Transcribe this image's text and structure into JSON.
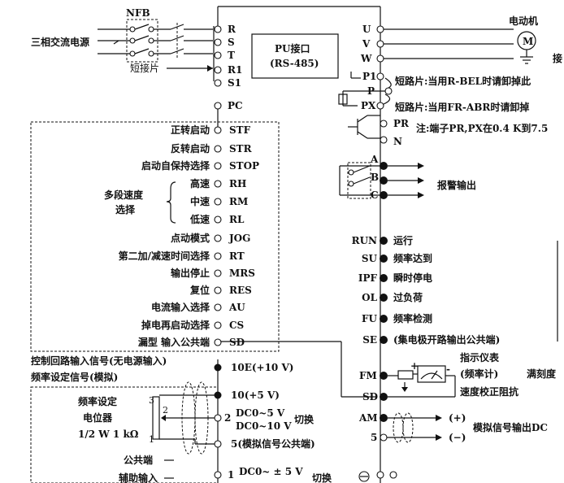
{
  "top": {
    "nfb": "NFB",
    "supply": "三相交流电源",
    "jumper": "短接片",
    "pu_line1": "PU接口",
    "pu_line2": "(RS-485)",
    "motor": "电动机",
    "motor_symbol": "M",
    "ground": "接"
  },
  "left_terminals": [
    {
      "code": "R"
    },
    {
      "code": "S"
    },
    {
      "code": "T"
    },
    {
      "code": "R1"
    },
    {
      "code": "S1"
    },
    {
      "code": "PC"
    }
  ],
  "inputs": [
    {
      "label": "正转启动",
      "code": "STF"
    },
    {
      "label": "反转启动",
      "code": "STR"
    },
    {
      "label": "启动自保持选择",
      "code": "STOP"
    },
    {
      "label": "高速",
      "code": "RH"
    },
    {
      "label": "中速",
      "code": "RM"
    },
    {
      "label": "低速",
      "code": "RL"
    },
    {
      "label": "点动模式",
      "code": "JOG"
    },
    {
      "label": "第二加/减速时间选择",
      "code": "RT"
    },
    {
      "label": "输出停止",
      "code": "MRS"
    },
    {
      "label": "复位",
      "code": "RES"
    },
    {
      "label": "电流输入选择",
      "code": "AU"
    },
    {
      "label": "掉电再启动选择",
      "code": "CS"
    },
    {
      "label": "漏型 输入公共端",
      "code": "SD"
    }
  ],
  "multi_speed": {
    "line1": "多段速度",
    "line2": "选择"
  },
  "control_input_note": "控制回路输入信号(无电源输入)",
  "freq_setting_note": "频率设定信号(模拟)",
  "analog": {
    "pot_line1": "频率设定",
    "pot_line2": "电位器",
    "pot_line3": "1/2 W 1 kΩ",
    "pin3": "3",
    "pin2": "2",
    "pin1": "1",
    "t10e": "10E(+10 V)",
    "t10": "10(+5 V)",
    "t2_line1": "DC0~5 V",
    "t2_line2": "DC0~10 V",
    "t2_num": "2",
    "switch1": "切换",
    "t5": "5(模拟信号公共端)",
    "common": "公共端",
    "aux": "辅助输入",
    "t1_num": "1",
    "t1_line1": "DC0~ ± 5 V",
    "switch2": "切换"
  },
  "right_top_terminals": [
    {
      "code": "U"
    },
    {
      "code": "V"
    },
    {
      "code": "W"
    }
  ],
  "brake": {
    "p1": "P1",
    "p": "P",
    "px": "PX",
    "pr": "PR",
    "n": "N",
    "note1": "短路片:当用R-BEL时请卸掉此",
    "note2": "短路片:当用FR-ABR时请卸掉",
    "note3": "注:端子PR,PX在0.4 K到7.5"
  },
  "relay": {
    "a": "A",
    "b": "B",
    "c": "C",
    "label": "报警输出"
  },
  "outputs": [
    {
      "code": "RUN",
      "label": "运行"
    },
    {
      "code": "SU",
      "label": "频率达到"
    },
    {
      "code": "IPF",
      "label": "瞬时停电"
    },
    {
      "code": "OL",
      "label": "过负荷"
    },
    {
      "code": "FU",
      "label": "频率检测"
    },
    {
      "code": "SE",
      "label": "(集电极开路输出公共端)"
    }
  ],
  "meter": {
    "fm": "FM",
    "sd": "SD",
    "name": "指示仪表",
    "sub": "(频率计)",
    "scale": "满刻度",
    "calib": "速度校正阻抗",
    "plus": "+",
    "minus": "-"
  },
  "analog_out": {
    "am": "AM",
    "five": "5",
    "plus": "(+)",
    "minus": "(−)",
    "label": "模拟信号输出DC"
  }
}
